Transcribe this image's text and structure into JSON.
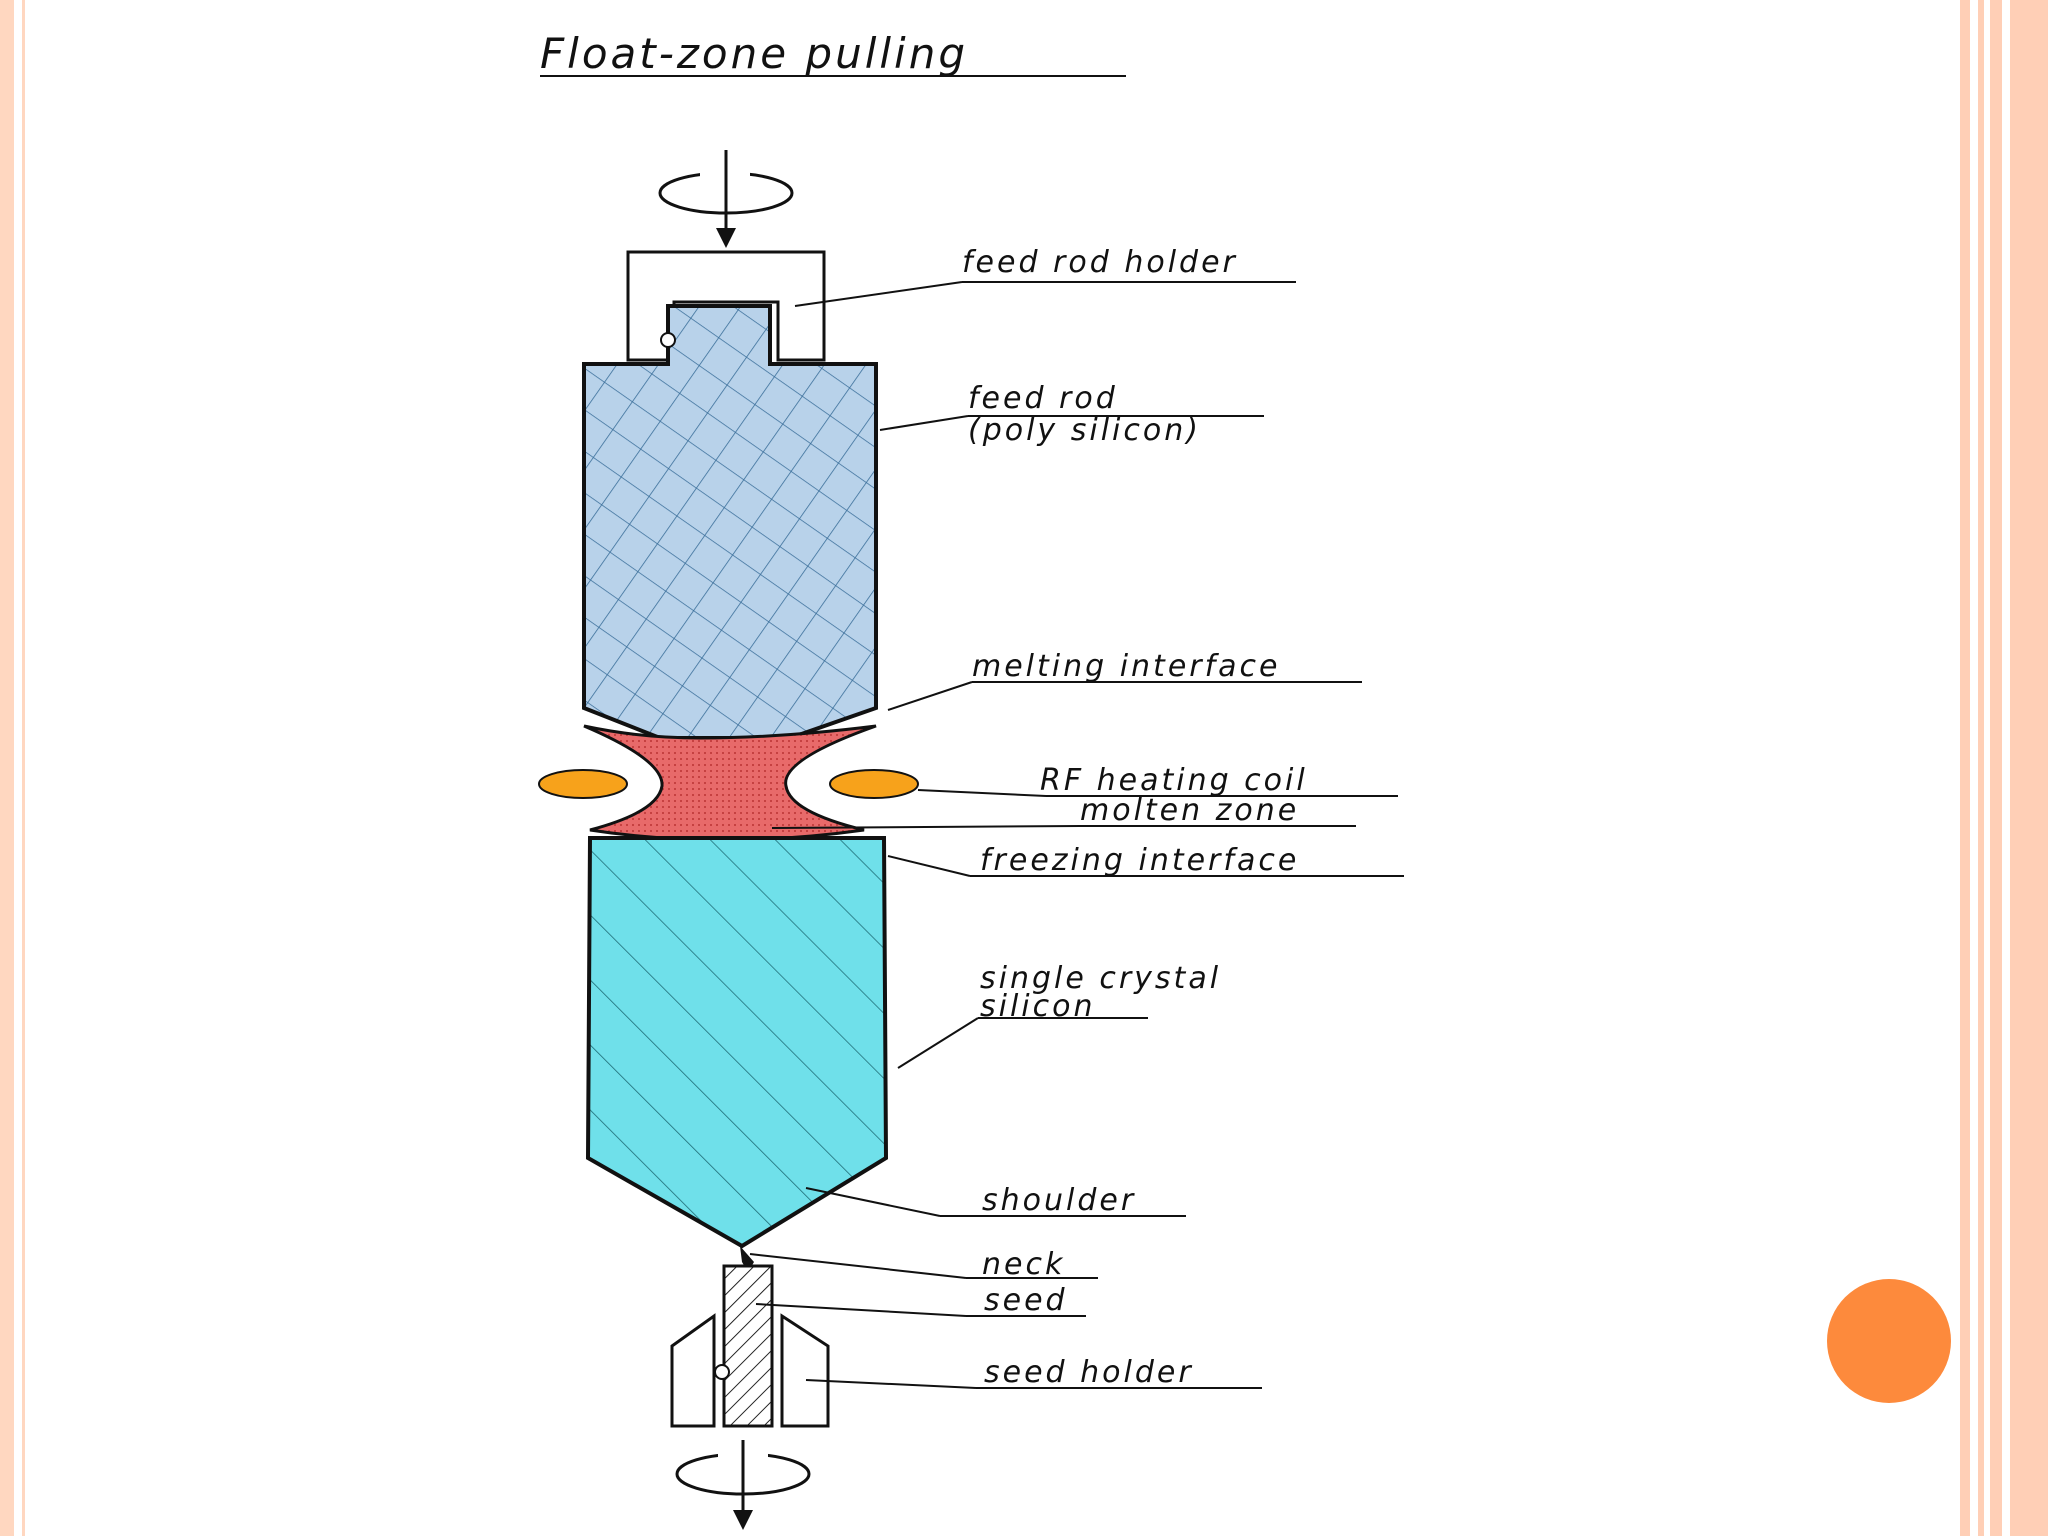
{
  "title": "Float-zone pulling",
  "labels": {
    "feed_rod_holder": "feed rod holder",
    "feed_rod_line1": "feed rod",
    "feed_rod_line2": "(poly silicon)",
    "melting_interface": "melting interface",
    "rf_heating_coil": "RF heating coil",
    "molten_zone": "molten zone",
    "freezing_interface": "freezing interface",
    "single_crystal_line1": "single crystal",
    "single_crystal_line2": "silicon",
    "shoulder": "shoulder",
    "neck": "neck",
    "seed": "seed",
    "seed_holder": "seed holder"
  },
  "colors": {
    "feed_rod": "#b8d2ea",
    "molten_zone": "#e86a6a",
    "crystal": "#6fe0ea",
    "coil": "#f7a21b",
    "accent_circle": "#fd8a3c",
    "frame": "#ffd7c0"
  },
  "icons": {
    "top_rotation": "rotation-arrow-icon",
    "bottom_rotation": "rotation-arrow-icon"
  }
}
